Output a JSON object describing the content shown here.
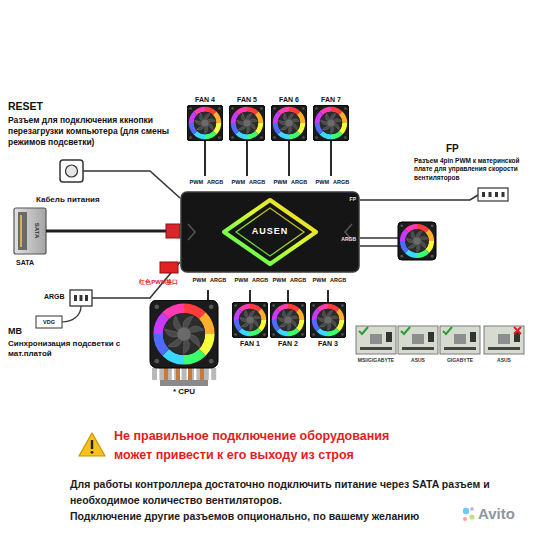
{
  "diagram": {
    "nodes": [
      {
        "text": [
          "FAN 4"
        ]
      },
      {
        "text": [
          "FAN 5"
        ]
      },
      {
        "text": [
          "FAN 6"
        ]
      },
      {
        "text": [
          "FAN 7"
        ]
      },
      {
        "text": [
          "AUSEN"
        ]
      },
      {
        "text": [
          "* CPU"
        ]
      },
      {
        "text": [
          "FAN 1"
        ]
      },
      {
        "text": [
          "FAN 2"
        ]
      },
      {
        "text": [
          "FAN 3"
        ]
      }
    ],
    "edges": [
      {
        "from": 0,
        "to": 4,
        "arrow": "none"
      },
      {
        "from": 1,
        "to": 4,
        "arrow": "none"
      },
      {
        "from": 2,
        "to": 4,
        "arrow": "none"
      },
      {
        "from": 3,
        "to": 4,
        "arrow": "none"
      },
      {
        "from": 5,
        "to": 4,
        "arrow": "none"
      },
      {
        "from": 6,
        "to": 4,
        "arrow": "none"
      },
      {
        "from": 7,
        "to": 4,
        "arrow": "none"
      },
      {
        "from": 8,
        "to": 4,
        "arrow": "none"
      }
    ],
    "labels": [
      "RESET",
      "Разъем для подключения ккнопки перезагрузки компьютера (для смены режимов подсветки)",
      "Кабель питания",
      "SATA",
      "SATA",
      "ARGB",
      "VDG",
      "MB",
      "Синхронизация подсветки с мат.платой",
      "FP",
      "Разъем 4pin PWM к материнской плате для управления скорости вентиляторов",
      "PWM",
      "ARGB",
      "PWM",
      "ARGB",
      "PWM",
      "ARGB",
      "PWM",
      "ARGB",
      "PWM",
      "ARGB",
      "PWM",
      "ARGB",
      "PWM",
      "ARGB",
      "PWM",
      "ARGB",
      "红色PWM接口",
      "FP",
      "ARGB",
      "MSI/GIGABYTE",
      "ASUS",
      "GIGABYTE",
      "ASUS",
      "Не правильное подключение оборудования может привести к его выходу из строя",
      "Для работы контроллера достаточно подключить питание через SATA разъем и необходимое количество вентиляторов.",
      "Подключение другие разъемов опционально, по вашему желанию",
      "Avito"
    ]
  }
}
